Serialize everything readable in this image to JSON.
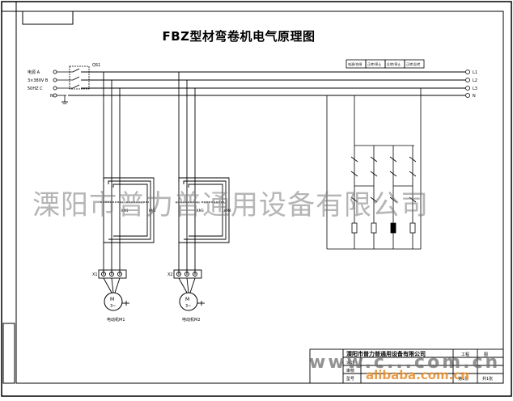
{
  "diagram": {
    "title": "FBZ型材弯卷机电气原理图",
    "supply_labels": [
      "电源 A",
      "3×380V B",
      "50HZ C",
      "N"
    ],
    "breaker_label": "QS1",
    "bus_labels": [
      "L1",
      "L2",
      "L3",
      "N"
    ],
    "control_header": [
      "电源/合闸",
      "正转/停止",
      "反转/停止",
      "正转/反转"
    ],
    "motor_terminal_labels": [
      "X1",
      "X2"
    ],
    "motor_symbol": "M",
    "motor_phase": "3~",
    "motor_names": [
      "电动机M1",
      "电动机M2"
    ],
    "contactor_labels": [
      "KM1",
      "KM2",
      "KM3",
      "KM4"
    ]
  },
  "title_block": {
    "company": "溧阳市普力普通用设备有限公司",
    "cells": [
      "工程",
      "图",
      "设计",
      "审核",
      "型号",
      "第1张",
      "共1张"
    ]
  },
  "watermark": {
    "text": "溧阳市普力普通用设备有限公司",
    "site": "www.c...com.cn",
    "site2": "alibaba.com.cn"
  },
  "colors": {
    "line": "#000000",
    "watermark": "#808080",
    "accent": "#e08a28"
  }
}
